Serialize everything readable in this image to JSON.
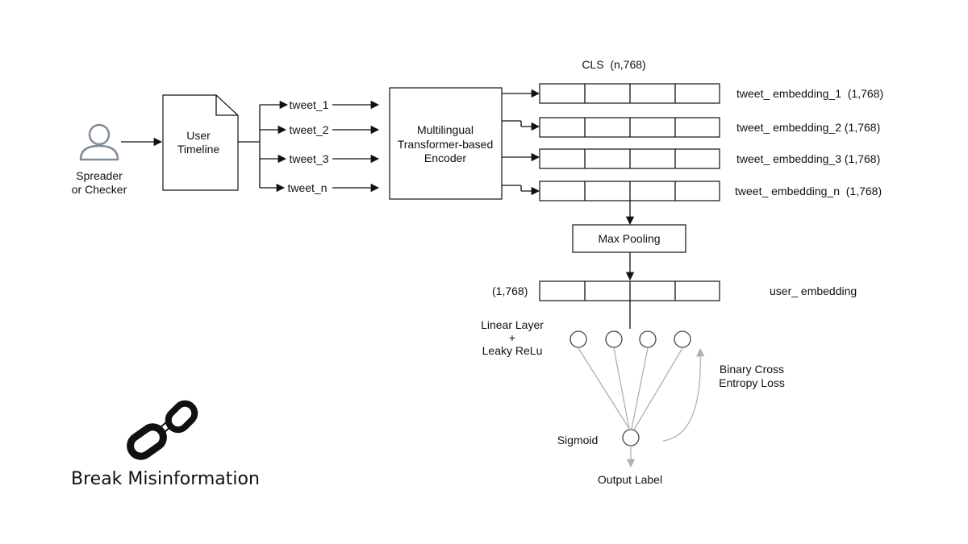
{
  "actor": {
    "line1": "Spreader",
    "line2": "or Checker"
  },
  "timeline": {
    "line1": "User",
    "line2": "Timeline"
  },
  "tweets": [
    "tweet_1",
    "tweet_2",
    "tweet_3",
    "tweet_n"
  ],
  "encoder": {
    "line1": "Multilingual",
    "line2": "Transformer-based",
    "line3": "Encoder"
  },
  "cls_label": "CLS  (n,768)",
  "embeddings": [
    "tweet_ embedding_1  (1,768)",
    "tweet_ embedding_2 (1,768)",
    "tweet_ embedding_3 (1,768)",
    "tweet_ embedding_n  (1,768)"
  ],
  "max_pooling": "Max Pooling",
  "user_embedding": {
    "shape": "(1,768)",
    "label": "user_ embedding"
  },
  "linear_layer": {
    "line1": "Linear Layer",
    "line2": "+",
    "line3": "Leaky ReLu"
  },
  "loss": {
    "line1": "Binary Cross",
    "line2": "Entropy Loss"
  },
  "sigmoid": "Sigmoid",
  "output": "Output Label",
  "brand": {
    "text": "Break Misinformation",
    "icon": "chain-link-icon"
  }
}
